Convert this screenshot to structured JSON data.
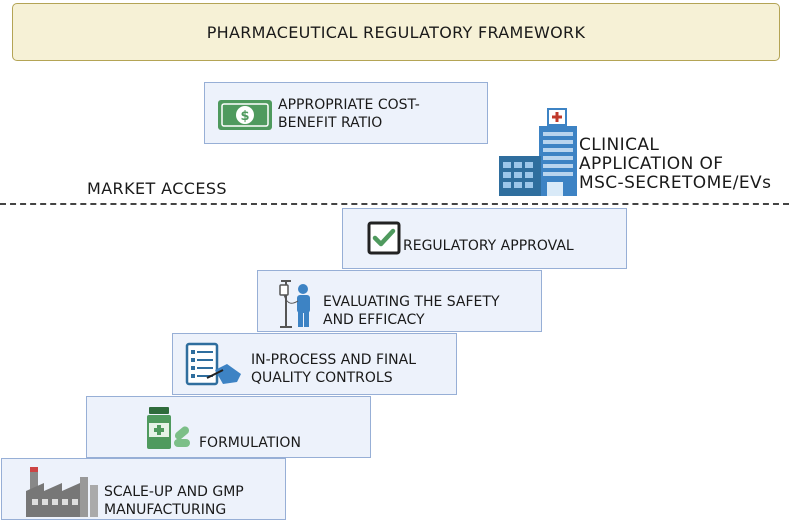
{
  "header": {
    "title": "PHARMACEUTICAL REGULATORY FRAMEWORK"
  },
  "top_box": {
    "label": "APPROPRIATE COST-\nBENEFIT RATIO",
    "icon": "money-icon"
  },
  "clinical": {
    "label": "CLINICAL\nAPPLICATION OF\nMSC-SECRETOME/EVs",
    "icon": "hospital-icon"
  },
  "market_access": {
    "label": "MARKET ACCESS"
  },
  "steps": [
    {
      "label": "SCALE-UP AND GMP\nMANUFACTURING",
      "icon": "factory-icon"
    },
    {
      "label": "FORMULATION",
      "icon": "medicine-bottle-icon"
    },
    {
      "label": "IN-PROCESS AND FINAL\nQUALITY CONTROLS",
      "icon": "checklist-icon"
    },
    {
      "label": "EVALUATING THE SAFETY\nAND EFFICACY",
      "icon": "patient-iv-icon"
    },
    {
      "label": "REGULATORY APPROVAL",
      "icon": "checkbox-icon"
    }
  ],
  "colors": {
    "box_fill": "#edf2fb",
    "box_border": "#97afd6",
    "header_fill": "#f6f1d6",
    "green": "#4f9a5e",
    "blue": "#3d83c4"
  }
}
